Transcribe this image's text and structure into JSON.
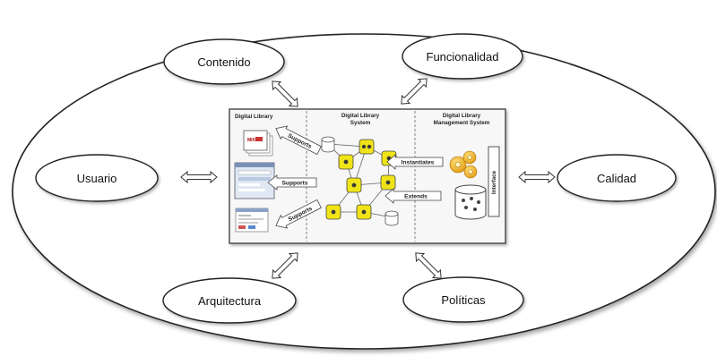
{
  "concepts": {
    "contenido": "Contenido",
    "funcionalidad": "Funcionalidad",
    "usuario": "Usuario",
    "calidad": "Calidad",
    "arquitectura": "Arquitectura",
    "politicas": "Políticas"
  },
  "diagram": {
    "col_dl": "Digital Library",
    "col_dls_1": "Digital Library",
    "col_dls_2": "System",
    "col_dlms_1": "Digital Library",
    "col_dlms_2": "Management System",
    "supports": "Supports",
    "instantiates": "Instantiates",
    "extends": "Extends",
    "interface": "Interface"
  },
  "colors": {
    "outline": "#333333",
    "node_fill": "#f0e418",
    "gear_fill": "#f2b21c",
    "panel_bg": "#f7f7f7"
  }
}
